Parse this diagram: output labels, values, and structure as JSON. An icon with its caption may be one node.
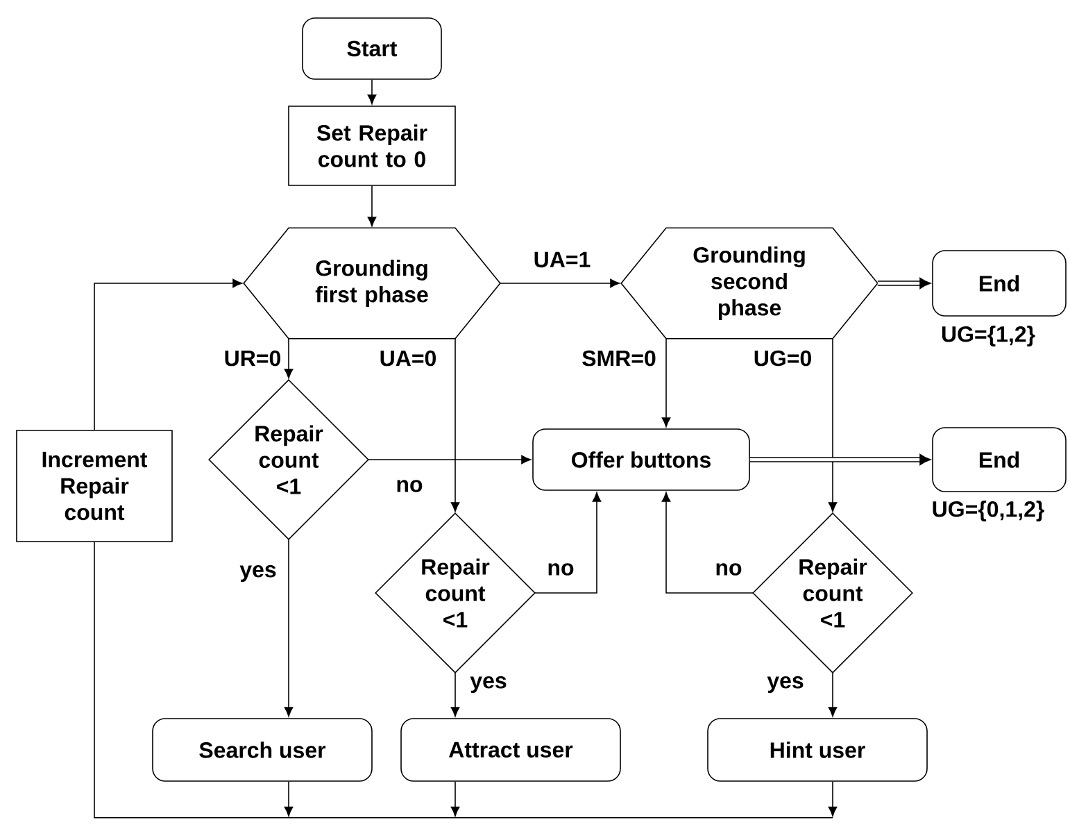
{
  "diagram": {
    "nodes": [
      {
        "text": [
          "Start"
        ]
      },
      {
        "text": [
          "Set Repair count to 0"
        ]
      },
      {
        "text": [
          "Grounding first phase"
        ]
      },
      {
        "text": [
          "Grounding second phase"
        ]
      },
      {
        "text": [
          "End"
        ]
      },
      {
        "text": [
          "Increment Repair count"
        ]
      },
      {
        "text": [
          "Repair count <1"
        ]
      },
      {
        "text": [
          "Offer buttons"
        ]
      },
      {
        "text": [
          "End"
        ]
      },
      {
        "text": [
          "Repair count <1"
        ]
      },
      {
        "text": [
          "Repair count <1"
        ]
      },
      {
        "text": [
          "Search user"
        ]
      },
      {
        "text": [
          "Attract user"
        ]
      },
      {
        "text": [
          "Hint user"
        ]
      }
    ],
    "edges": [
      {
        "from": 0,
        "to": 1,
        "arrow": "to"
      },
      {
        "from": 1,
        "to": 2,
        "arrow": "to"
      },
      {
        "from": 2,
        "to": 3,
        "arrow": "to",
        "label": "UA=1"
      },
      {
        "from": 3,
        "to": 4,
        "arrow": "to",
        "style": "thick",
        "label": "UG={1,2}"
      },
      {
        "from": 2,
        "to": 6,
        "arrow": "to",
        "label": "UR=0"
      },
      {
        "from": 2,
        "to": 9,
        "arrow": "to",
        "label": "UA=0"
      },
      {
        "from": 3,
        "to": 7,
        "arrow": "to",
        "label": "SMR=0"
      },
      {
        "from": 3,
        "to": 10,
        "arrow": "to",
        "label": "UG=0"
      },
      {
        "from": 6,
        "to": 7,
        "arrow": "to",
        "label": "no"
      },
      {
        "from": 6,
        "to": 11,
        "arrow": "to",
        "label": "yes"
      },
      {
        "from": 9,
        "to": 7,
        "arrow": "to",
        "label": "no"
      },
      {
        "from": 9,
        "to": 12,
        "arrow": "to",
        "label": "yes"
      },
      {
        "from": 10,
        "to": 7,
        "arrow": "to",
        "label": "no"
      },
      {
        "from": 10,
        "to": 13,
        "arrow": "to",
        "label": "yes"
      },
      {
        "from": 7,
        "to": 8,
        "arrow": "to",
        "style": "thick",
        "label": "UG={0,1,2}"
      },
      {
        "from": 11,
        "to": null,
        "arrow": "to"
      },
      {
        "from": 12,
        "to": null,
        "arrow": "to"
      },
      {
        "from": 13,
        "to": null,
        "arrow": "to"
      },
      {
        "from": null,
        "to": 5,
        "arrow": "none"
      },
      {
        "from": 5,
        "to": 2,
        "arrow": "to"
      }
    ]
  }
}
